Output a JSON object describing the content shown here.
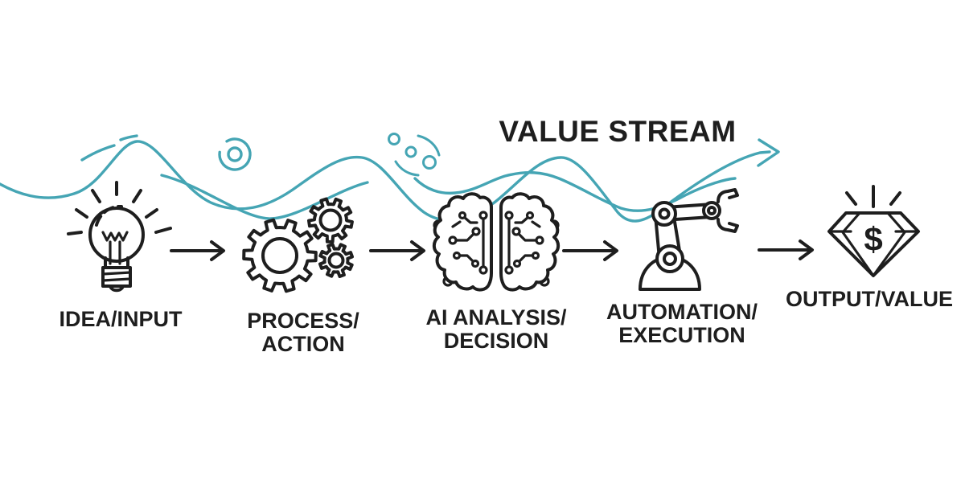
{
  "title": "VALUE STREAM",
  "colors": {
    "stream_teal": "#45A5B4",
    "ink_black": "#1E1E1E"
  },
  "diamond_symbol": "$",
  "stages": [
    {
      "name": "idea-input",
      "icon": "lightbulb-icon",
      "label_line1": "IDEA/INPUT",
      "label_line2": ""
    },
    {
      "name": "process-action",
      "icon": "gears-icon",
      "label_line1": "PROCESS/",
      "label_line2": "ACTION"
    },
    {
      "name": "ai-analysis-decision",
      "icon": "circuit-brain-icon",
      "label_line1": "AI ANALYSIS/",
      "label_line2": "DECISION"
    },
    {
      "name": "automation-execution",
      "icon": "robot-arm-icon",
      "label_line1": "AUTOMATION/",
      "label_line2": "EXECUTION"
    },
    {
      "name": "output-value",
      "icon": "diamond-dollar-icon",
      "label_line1": "OUTPUT/VALUE",
      "label_line2": ""
    }
  ],
  "ornaments": [
    "stream-ring-icon",
    "stream-bubbles-icon",
    "stream-arrow-icon",
    "flow-arrow-icon"
  ]
}
